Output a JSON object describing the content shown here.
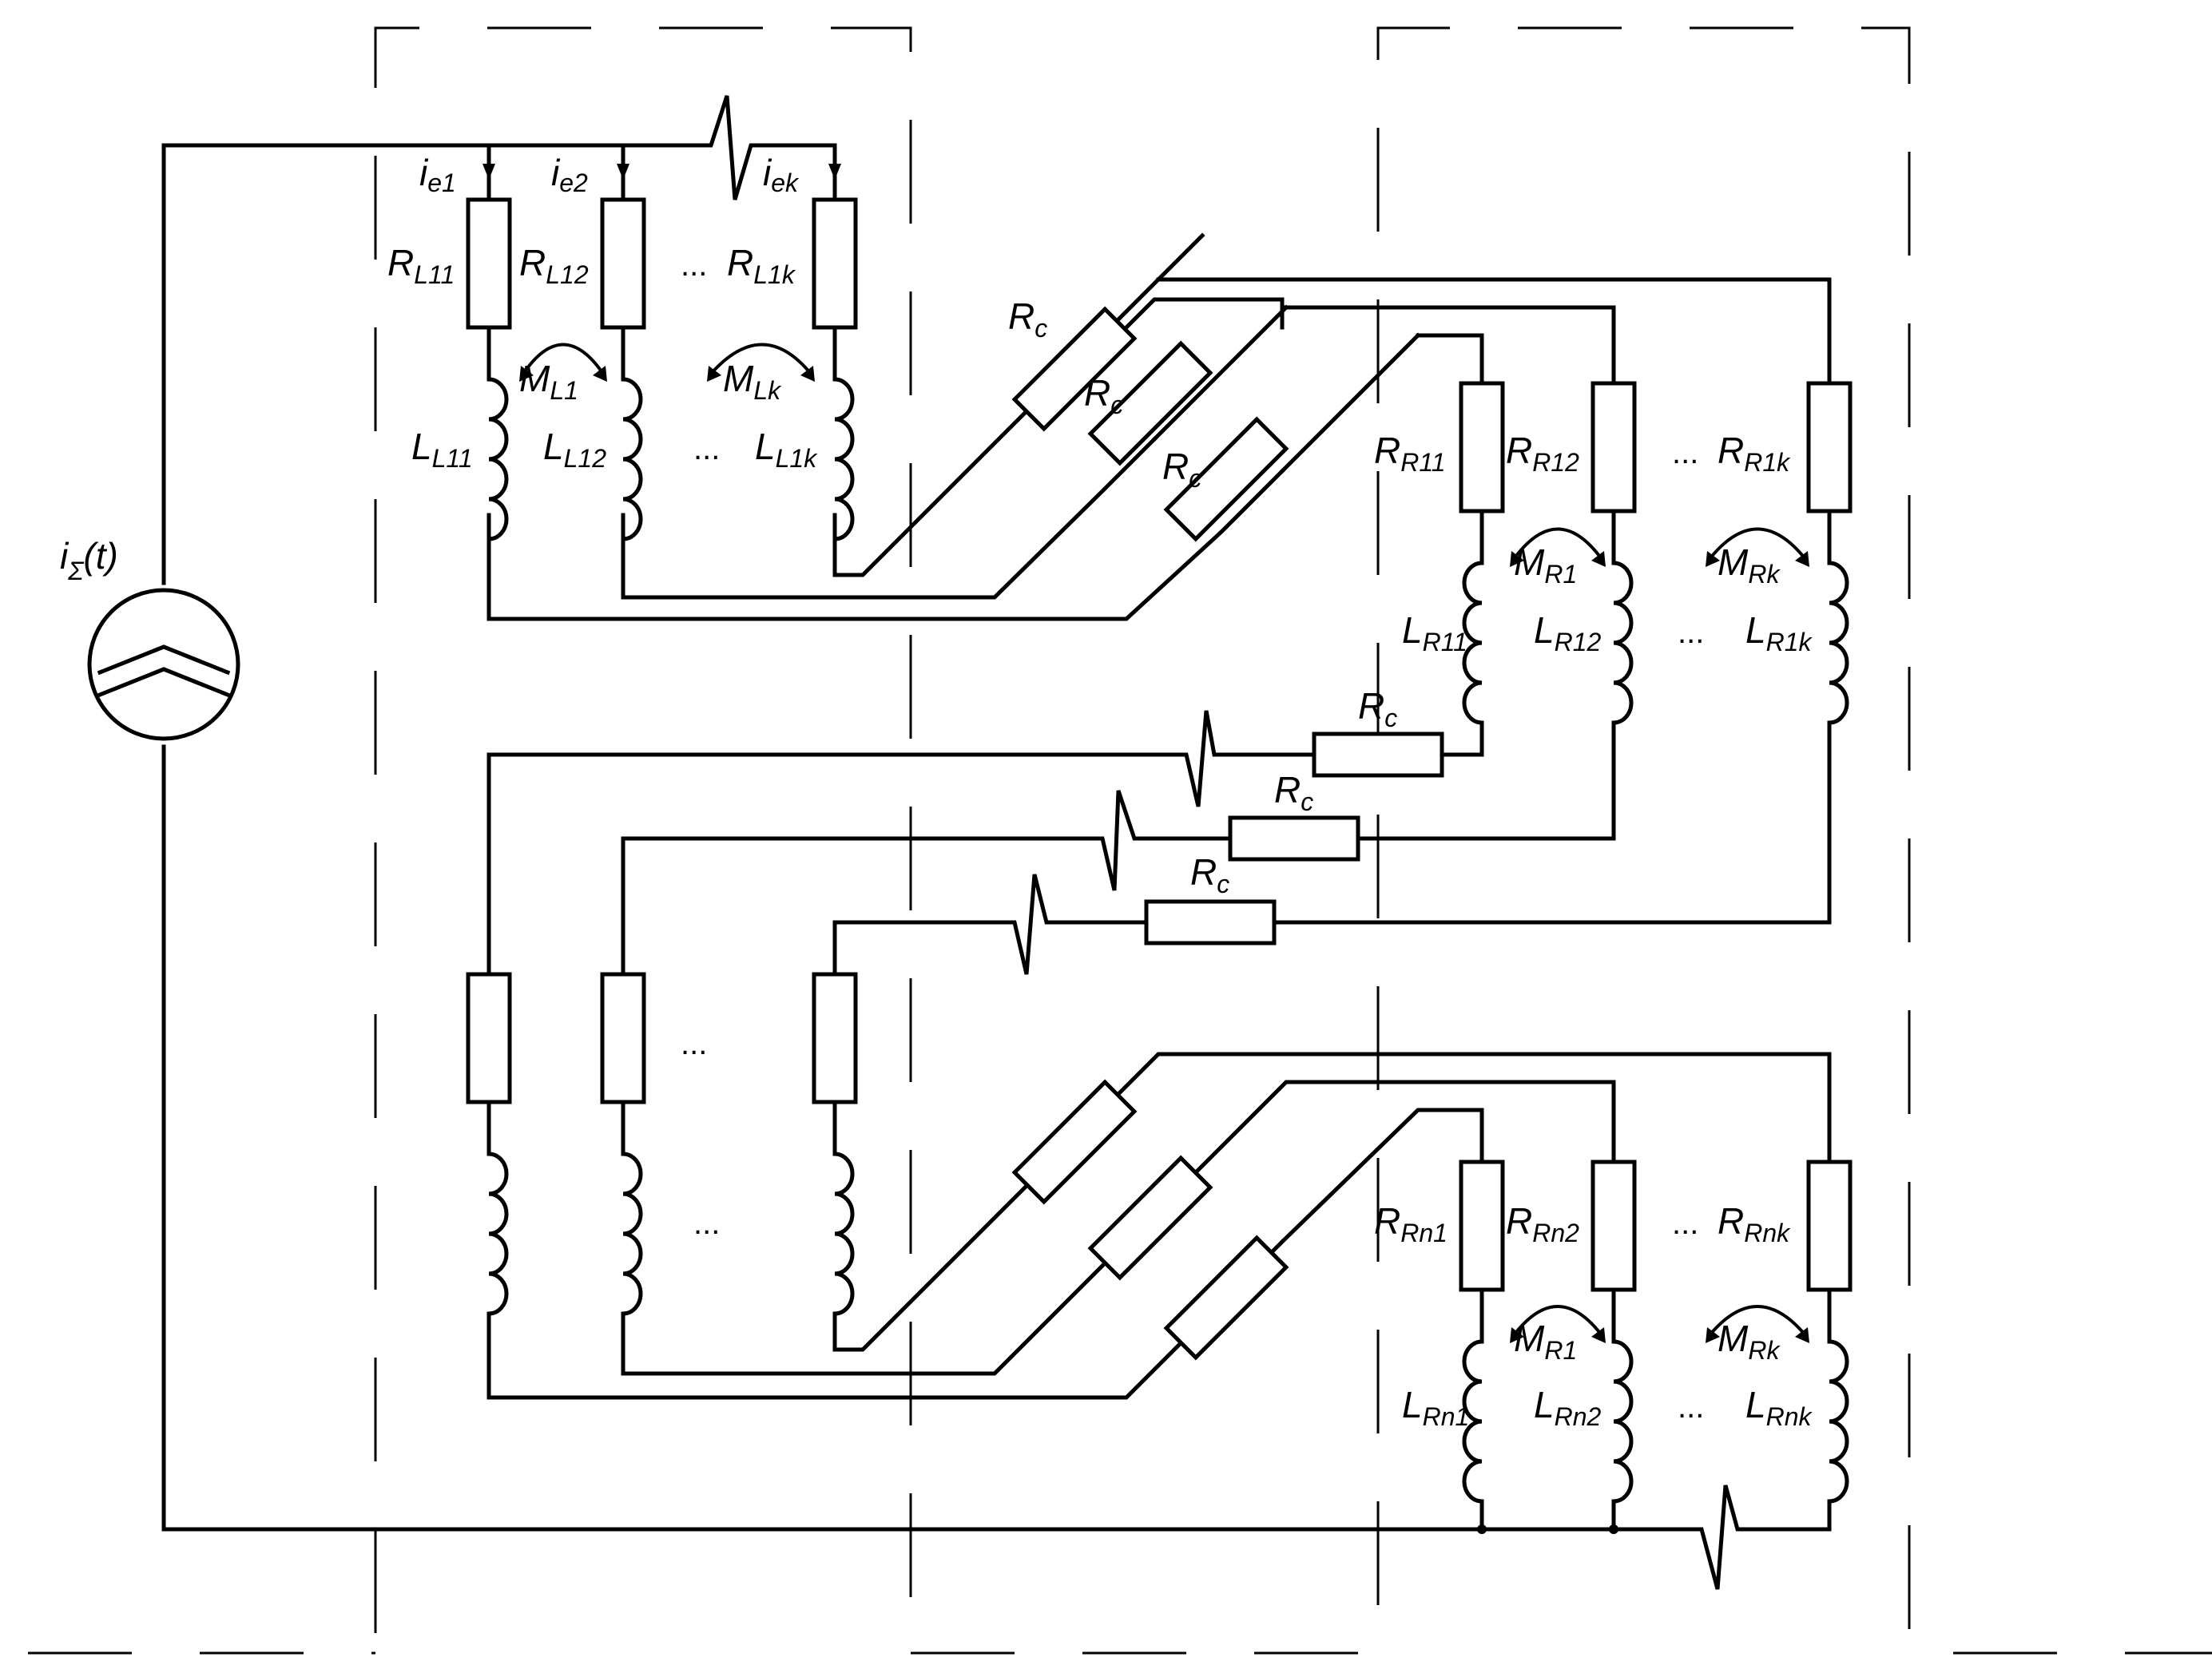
{
  "source": {
    "R": "i",
    "S": "Σ",
    "T": "(t)"
  },
  "currents": {
    "ie1": {
      "B": "i",
      "S": "e1"
    },
    "ie2": {
      "B": "i",
      "S": "e2"
    },
    "iek": {
      "B": "i",
      "S": "ek"
    }
  },
  "left_top": {
    "RL11": {
      "B": "R",
      "S": "L11"
    },
    "RL12": {
      "B": "R",
      "S": "L12"
    },
    "RL1k": {
      "B": "R",
      "S": "L1k"
    },
    "ML1": {
      "B": "M",
      "S": "L1"
    },
    "MLk": {
      "B": "M",
      "S": "Lk"
    },
    "LL11": {
      "B": "L",
      "S": "L11"
    },
    "LL12": {
      "B": "L",
      "S": "L12"
    },
    "LL1k": {
      "B": "L",
      "S": "L1k"
    }
  },
  "coupling": {
    "B": "R",
    "S": "c"
  },
  "right_top": {
    "RR11": {
      "B": "R",
      "S": "R11"
    },
    "RR12": {
      "B": "R",
      "S": "R12"
    },
    "RR1k": {
      "B": "R",
      "S": "R1k"
    },
    "MR1": {
      "B": "M",
      "S": "R1"
    },
    "MRk": {
      "B": "M",
      "S": "Rk"
    },
    "LR11": {
      "B": "L",
      "S": "R11"
    },
    "LR12": {
      "B": "L",
      "S": "R12"
    },
    "LR1k": {
      "B": "L",
      "S": "R1k"
    }
  },
  "right_bottom": {
    "RRn1": {
      "B": "R",
      "S": "Rn1"
    },
    "RRn2": {
      "B": "R",
      "S": "Rn2"
    },
    "RRnk": {
      "B": "R",
      "S": "Rnk"
    },
    "MR1": {
      "B": "M",
      "S": "R1"
    },
    "MRk": {
      "B": "M",
      "S": "Rk"
    },
    "LRn1": {
      "B": "L",
      "S": "Rn1"
    },
    "LRn2": {
      "B": "L",
      "S": "Rn2"
    },
    "LRnk": {
      "B": "L",
      "S": "Rnk"
    }
  },
  "ellipsis": "..."
}
